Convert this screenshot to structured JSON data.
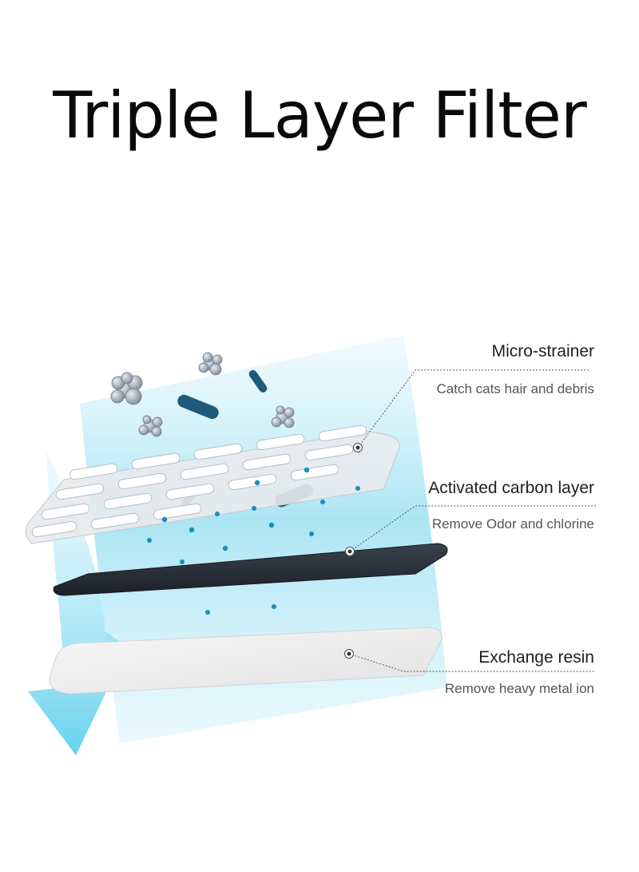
{
  "title": "Triple Layer Filter",
  "layers": [
    {
      "name": "Micro-strainer",
      "description": "Catch cats hair and debris"
    },
    {
      "name": "Activated carbon layer",
      "description": "Remove Odor and chlorine"
    },
    {
      "name": "Exchange resin",
      "description": "Remove heavy metal ion"
    }
  ],
  "colors": {
    "water": "#8fdcf0",
    "arrow": "#5fd0ee",
    "carbon": "#2a2f38",
    "particle": "#1a8fb4",
    "bacteria": "#1f5a78",
    "debris": "#9aa6b4"
  }
}
